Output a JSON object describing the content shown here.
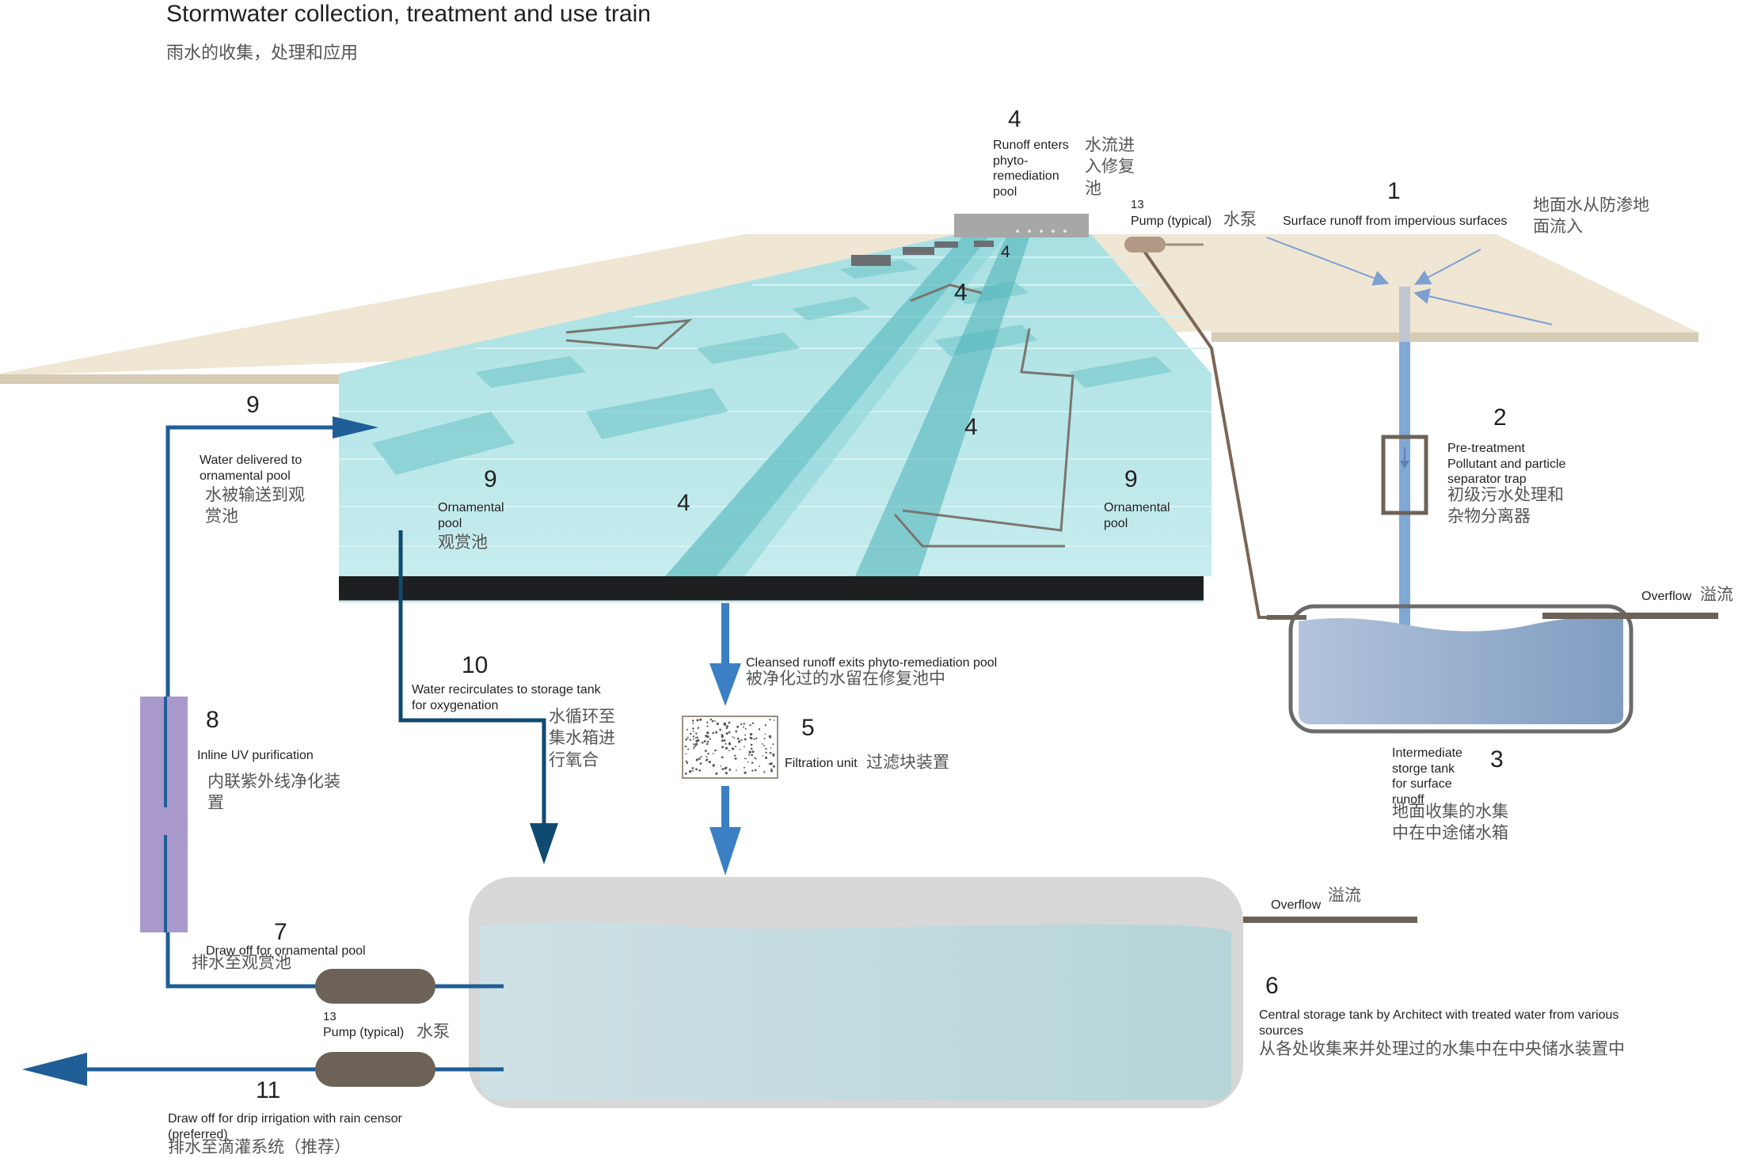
{
  "title": "Stormwater collection, treatment and use train",
  "subtitle": "雨水的收集，处理和应用",
  "colors": {
    "ground": "#efe6d4",
    "ground_edge": "#d3c8b2",
    "pool_light": "#c8ebee",
    "pool_mid": "#9fdada",
    "pool_dark": "#6fc4c8",
    "pipe_blue": "#1f5e96",
    "pipe_dark": "#0f4a70",
    "arrow_blue": "#3b7fc4",
    "uv_purple": "#a999cc",
    "pump_brown": "#6d6257",
    "tank_grey": "#d4d4d4",
    "water_tank": "#c6dde2",
    "intermediate_water": "#9fb4cf"
  },
  "labels": {
    "l1": {
      "num": "1",
      "en": "Surface runoff from impervious surfaces",
      "zh": "地面水从防渗地\n面流入"
    },
    "l2": {
      "num": "2",
      "en": "Pre-treatment\nPollutant and particle\nseparator trap",
      "zh": "初级污水处理和\n杂物分离器"
    },
    "l3": {
      "num": "3",
      "en": "Intermediate\nstorge tank\nfor surface\nrunoff",
      "zh": "地面收集的水集\n中在中途储水箱"
    },
    "l4_top": {
      "num": "4",
      "en": "Runoff enters\nphyto-\nremediation\npool",
      "zh": "水流进\n入修复\n池"
    },
    "l4_a": "4",
    "l4_b": "4",
    "l4_c": "4",
    "l4_d": "4",
    "l5": {
      "num": "5",
      "en": "Filtration unit",
      "zh": "过滤块装置"
    },
    "l6": {
      "num": "6",
      "en": "Central storage tank by Architect with  treated water from various\nsources",
      "zh": "从各处收集来并处理过的水集中在中央储水装置中"
    },
    "l7": {
      "num": "7",
      "en": "Draw off for  ornamental pool",
      "zh": "排水至观赏池"
    },
    "l8": {
      "num": "8",
      "en": "Inline UV purification",
      "zh": "内联紫外线净化装\n置"
    },
    "l9_left": {
      "num": "9",
      "en": "Water delivered to\nornamental pool",
      "zh": "水被输送到观\n赏池"
    },
    "l9_mid": {
      "num": "9",
      "en": "Ornamental\npool",
      "zh": "观赏池"
    },
    "l9_right": {
      "num": "9",
      "en": "Ornamental\npool"
    },
    "l10": {
      "num": "10",
      "en": "Water recirculates to storage tank\nfor oxygenation",
      "zh": "水循环至\n集水箱进\n行氧合"
    },
    "l11": {
      "num": "11",
      "en": "Draw off  for drip irrigation with rain censor\n(preferred)",
      "zh": "排水至滴灌系统（推荐）"
    },
    "l13_top": {
      "num": "13",
      "en": "Pump (typical)",
      "zh": "水泵"
    },
    "l13_bottom": {
      "num": "13",
      "en": "Pump (typical)",
      "zh": "水泵"
    },
    "cleansed": {
      "en": "Cleansed runoff exits phyto-remediation pool",
      "zh": "被净化过的水留在修复池中"
    },
    "overflow_top": {
      "en": "Overflow",
      "zh": "溢流"
    },
    "overflow_bottom": {
      "en": "Overflow",
      "zh": "溢流"
    }
  }
}
